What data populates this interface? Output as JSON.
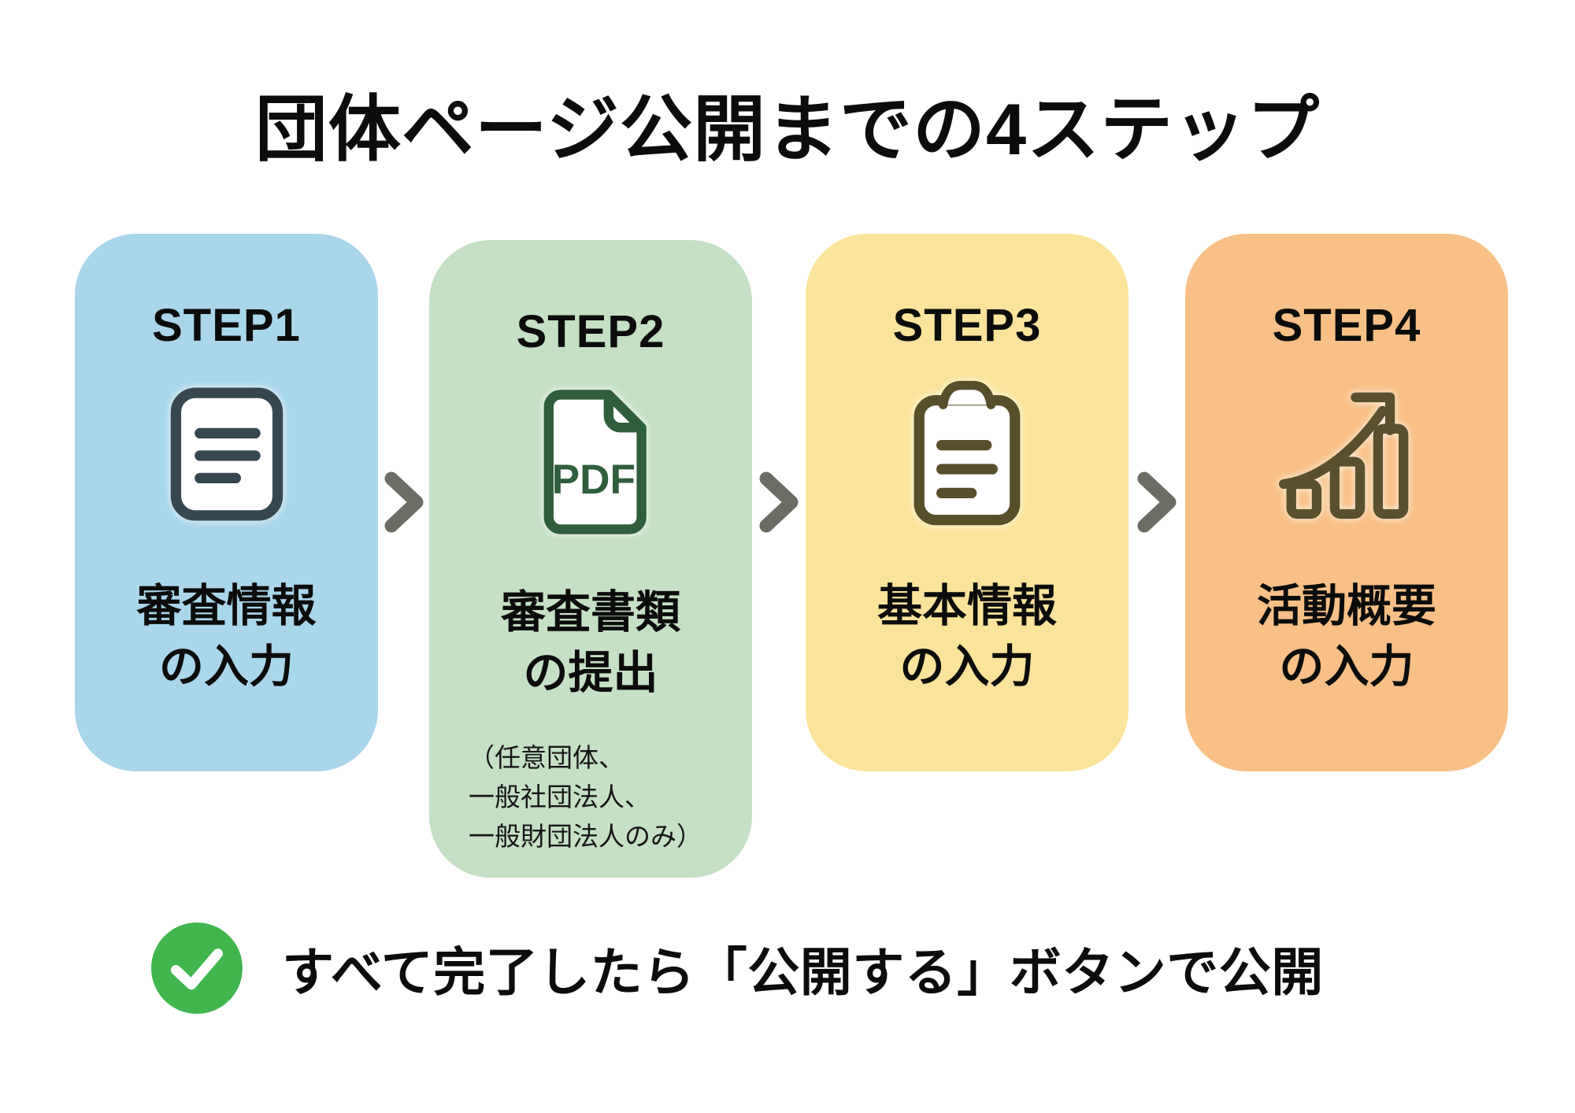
{
  "title": "団体ページ公開までの4ステップ",
  "steps": [
    {
      "label": "STEP1",
      "title_line1": "審査情報",
      "title_line2": "の入力",
      "bg": "#A9D6EB",
      "icon": "document-icon",
      "icon_color": "#37474F"
    },
    {
      "label": "STEP2",
      "title_line1": "審査書類",
      "title_line2": "の提出",
      "bg": "#C5E0C5",
      "icon": "pdf-file-icon",
      "icon_color": "#2F5E3C",
      "icon_text": "PDF",
      "note_lines": [
        "（任意団体、",
        "一般社団法人、",
        "一般財団法人のみ）"
      ]
    },
    {
      "label": "STEP3",
      "title_line1": "基本情報",
      "title_line2": "の入力",
      "bg": "#FAE49B",
      "icon": "clipboard-icon",
      "icon_color": "#574F2A"
    },
    {
      "label": "STEP4",
      "title_line1": "活動概要",
      "title_line2": "の入力",
      "bg": "#F8C086",
      "icon": "growth-chart-icon",
      "icon_color": "#5A502D"
    }
  ],
  "colors": {
    "arrow": "#6C6C65",
    "check_green": "#41B64F"
  },
  "footer": {
    "text": "すべて完了したら「公開する」ボタンで公開"
  }
}
